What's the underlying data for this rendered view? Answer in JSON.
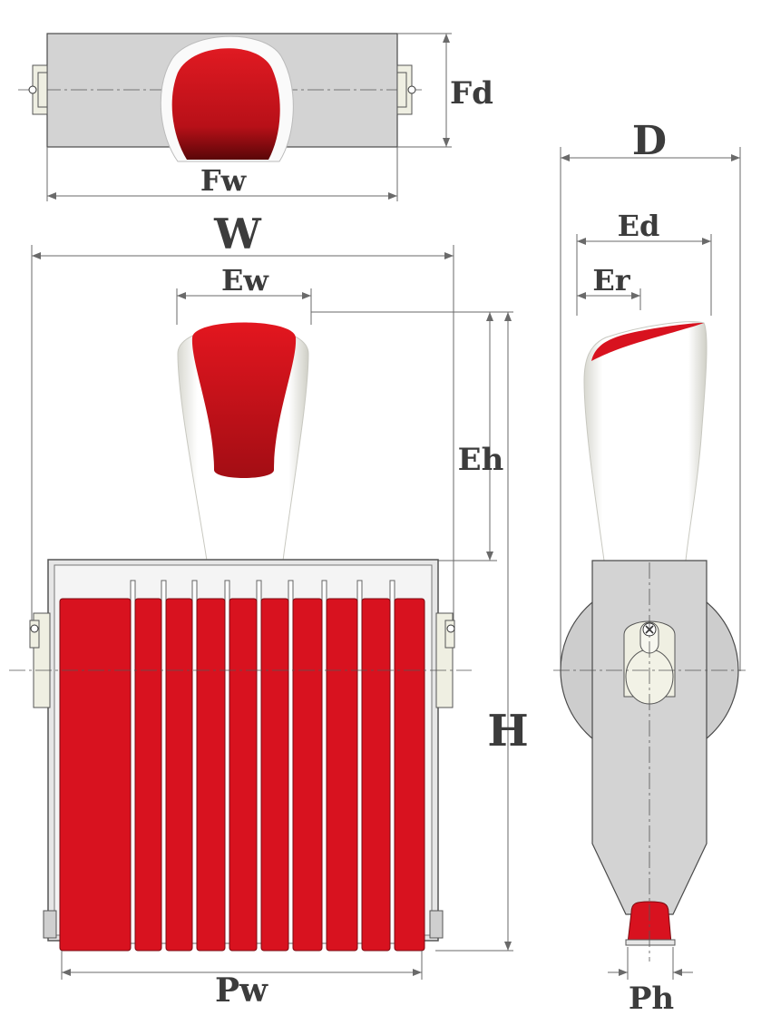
{
  "labels": {
    "fd": "Fd",
    "fw": "Fw",
    "w": "W",
    "ew": "Ew",
    "eh": "Eh",
    "h": "H",
    "pw": "Pw",
    "d": "D",
    "ed": "Ed",
    "er": "Er",
    "ph": "Ph"
  },
  "colors": {
    "band_red": "#d8121f",
    "body_gray": "#d3d3d3",
    "ivory": "#efefe2",
    "label": "#3c3c3c"
  }
}
